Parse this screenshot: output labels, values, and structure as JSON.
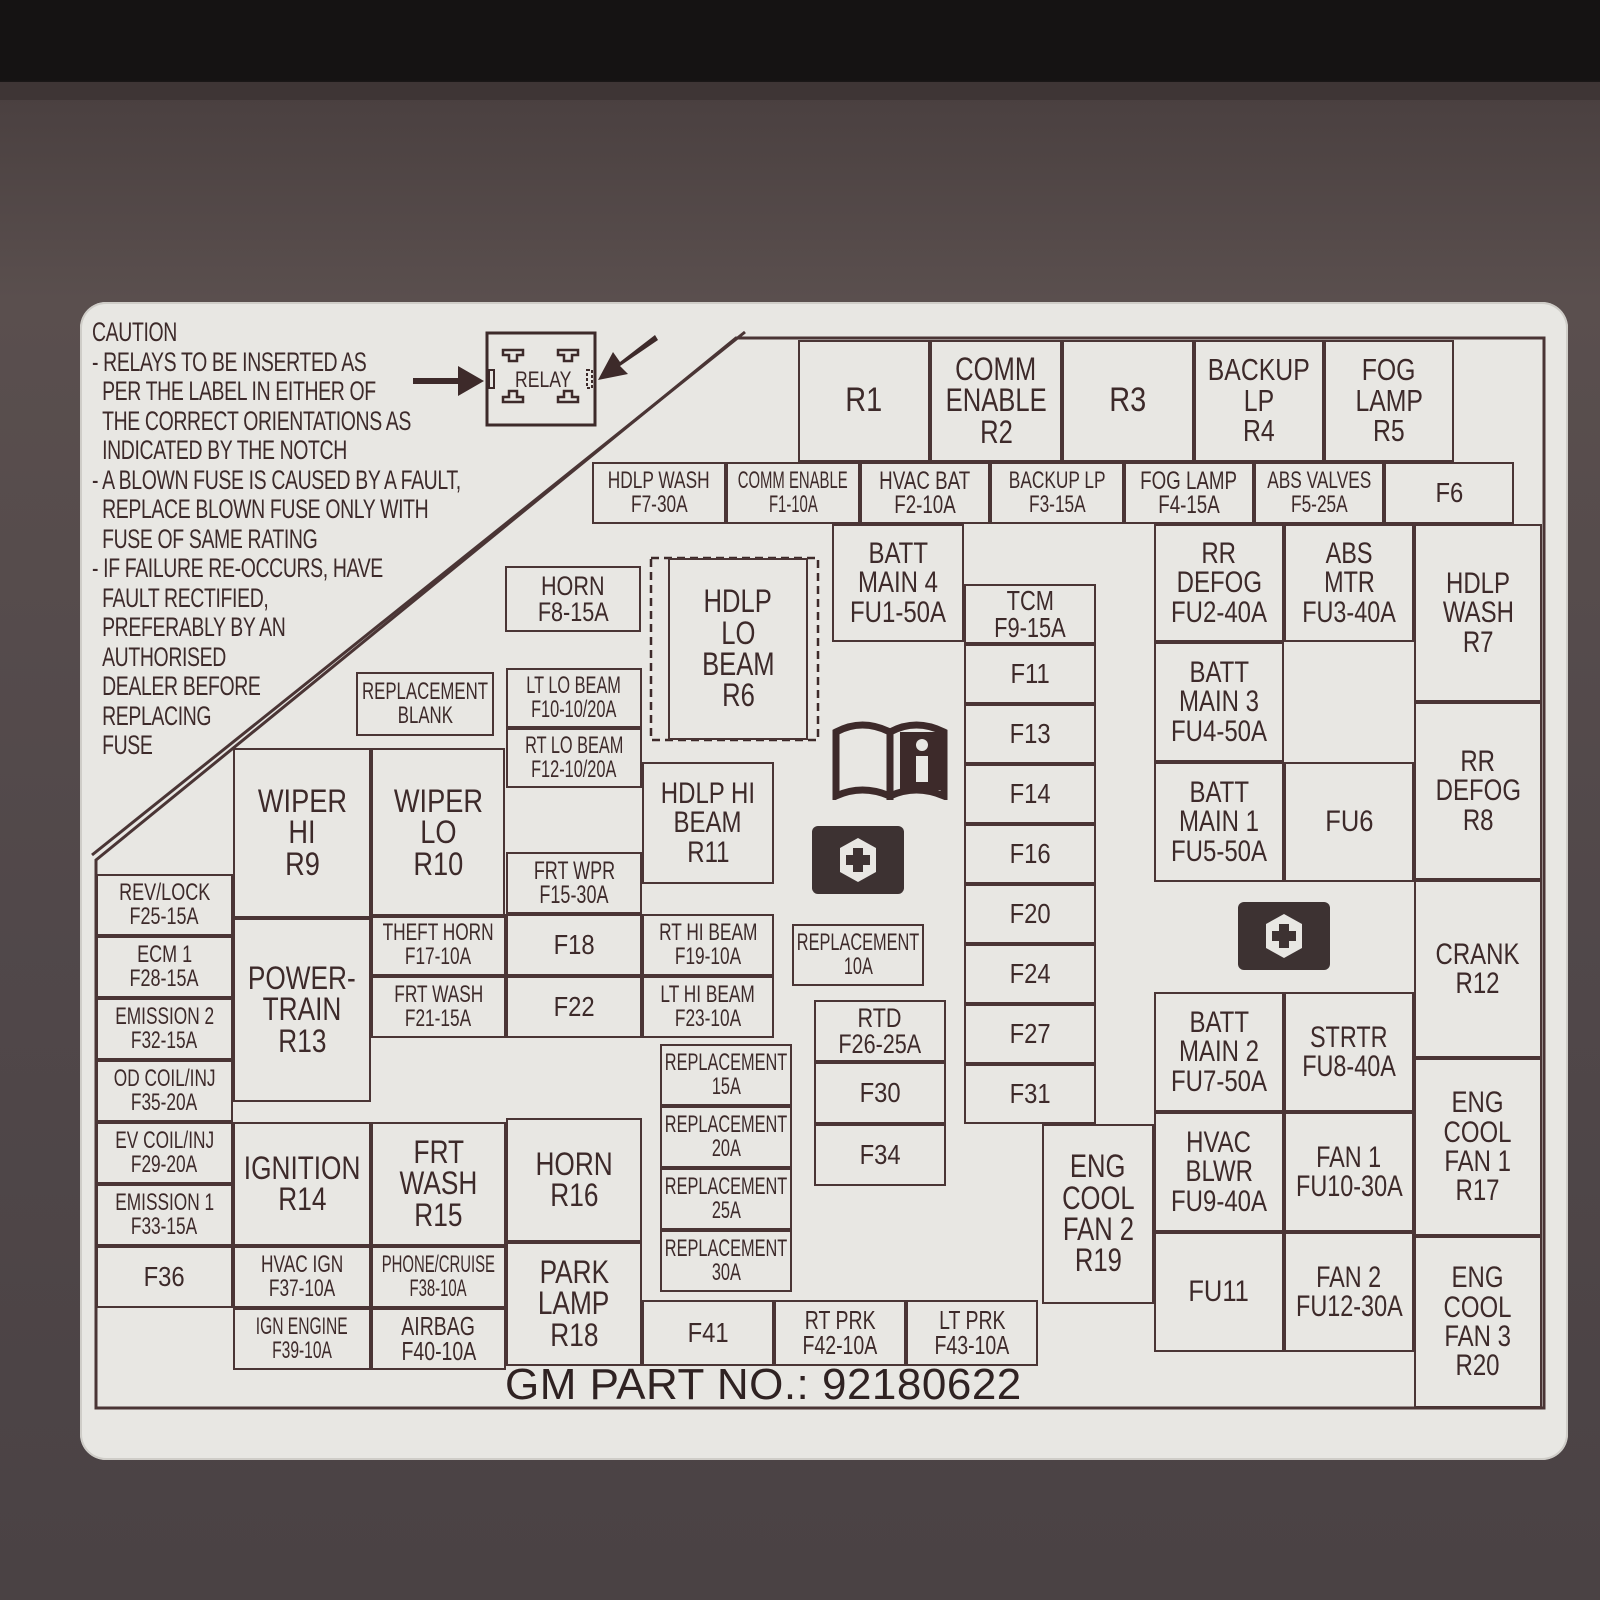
{
  "caution": {
    "lines": [
      "CAUTION",
      "- RELAYS TO BE INSERTED AS",
      "PER THE LABEL IN EITHER OF",
      "THE CORRECT ORIENTATIONS AS",
      "INDICATED BY THE NOTCH",
      "- A BLOWN FUSE IS CAUSED BY A FAULT,",
      "REPLACE BLOWN FUSE ONLY WITH",
      "FUSE OF SAME RATING",
      "- IF FAILURE RE-OCCURS, HAVE",
      "FAULT RECTIFIED,",
      "PREFERABLY BY AN",
      "AUTHORISED",
      "DEALER BEFORE",
      "REPLACING",
      "FUSE"
    ]
  },
  "relay_diagram": {
    "label": "RELAY"
  },
  "cells": {
    "r1": [
      "R1"
    ],
    "r2": [
      "COMM",
      "ENABLE",
      "R2"
    ],
    "r3": [
      "R3"
    ],
    "r4": [
      "BACKUP",
      "LP",
      "R4"
    ],
    "r5": [
      "FOG",
      "LAMP",
      "R5"
    ],
    "f7": [
      "HDLP WASH",
      "F7-30A"
    ],
    "f1": [
      "COMM ENABLE",
      "F1-10A"
    ],
    "f2": [
      "HVAC BAT",
      "F2-10A"
    ],
    "f3": [
      "BACKUP LP",
      "F3-15A"
    ],
    "f4": [
      "FOG LAMP",
      "F4-15A"
    ],
    "f5": [
      "ABS VALVES",
      "F5-25A"
    ],
    "f6": [
      "F6"
    ],
    "fu1": [
      "BATT",
      "MAIN 4",
      "FU1-50A"
    ],
    "fu2": [
      "RR",
      "DEFOG",
      "FU2-40A"
    ],
    "fu3": [
      "ABS",
      "MTR",
      "FU3-40A"
    ],
    "r7": [
      "HDLP",
      "WASH",
      "R7"
    ],
    "f8": [
      "HORN",
      "F8-15A"
    ],
    "r6": [
      "HDLP",
      "LO",
      "BEAM",
      "R6"
    ],
    "f9": [
      "TCM",
      "F9-15A"
    ],
    "f11": [
      "F11"
    ],
    "f13": [
      "F13"
    ],
    "f14": [
      "F14"
    ],
    "f16": [
      "F16"
    ],
    "f20": [
      "F20"
    ],
    "f24": [
      "F24"
    ],
    "f27": [
      "F27"
    ],
    "f31": [
      "F31"
    ],
    "fu4": [
      "BATT",
      "MAIN 3",
      "FU4-50A"
    ],
    "fu5": [
      "BATT",
      "MAIN 1",
      "FU5-50A"
    ],
    "fu6": [
      "FU6"
    ],
    "r8": [
      "RR",
      "DEFOG",
      "R8"
    ],
    "blank": [
      "REPLACEMENT",
      "BLANK"
    ],
    "f10": [
      "LT LO BEAM",
      "F10-10/20A"
    ],
    "f12": [
      "RT LO BEAM",
      "F12-10/20A"
    ],
    "r11": [
      "HDLP HI",
      "BEAM",
      "R11"
    ],
    "r9": [
      "WIPER",
      "HI",
      "R9"
    ],
    "r10": [
      "WIPER",
      "LO",
      "R10"
    ],
    "f15": [
      "FRT WPR",
      "F15-30A"
    ],
    "f25": [
      "REV/LOCK",
      "F25-15A"
    ],
    "f28": [
      "ECM 1",
      "F28-15A"
    ],
    "f32": [
      "EMISSION 2",
      "F32-15A"
    ],
    "f35": [
      "OD COIL/INJ",
      "F35-20A"
    ],
    "f29": [
      "EV COIL/INJ",
      "F29-20A"
    ],
    "f33": [
      "EMISSION 1",
      "F33-15A"
    ],
    "f36": [
      "F36"
    ],
    "r13": [
      "POWER-",
      "TRAIN",
      "R13"
    ],
    "f17": [
      "THEFT HORN",
      "F17-10A"
    ],
    "f18": [
      "F18"
    ],
    "f19": [
      "RT HI BEAM",
      "F19-10A"
    ],
    "f21": [
      "FRT WASH",
      "F21-15A"
    ],
    "f22": [
      "F22"
    ],
    "f23": [
      "LT HI BEAM",
      "F23-10A"
    ],
    "rep10": [
      "REPLACEMENT",
      "10A"
    ],
    "r12": [
      "CRANK",
      "R12"
    ],
    "f26": [
      "RTD",
      "F26-25A"
    ],
    "f30": [
      "F30"
    ],
    "f34": [
      "F34"
    ],
    "rep15": [
      "REPLACEMENT",
      "15A"
    ],
    "rep20": [
      "REPLACEMENT",
      "20A"
    ],
    "rep25": [
      "REPLACEMENT",
      "25A"
    ],
    "rep30": [
      "REPLACEMENT",
      "30A"
    ],
    "fu7": [
      "BATT",
      "MAIN 2",
      "FU7-50A"
    ],
    "fu8": [
      "STRTR",
      "FU8-40A"
    ],
    "r17": [
      "ENG",
      "COOL",
      "FAN 1",
      "R17"
    ],
    "r14": [
      "IGNITION",
      "R14"
    ],
    "r15": [
      "FRT",
      "WASH",
      "R15"
    ],
    "r16": [
      "HORN",
      "R16"
    ],
    "r19": [
      "ENG",
      "COOL",
      "FAN 2",
      "R19"
    ],
    "fu9": [
      "HVAC",
      "BLWR",
      "FU9-40A"
    ],
    "fu10": [
      "FAN 1",
      "FU10-30A"
    ],
    "f37": [
      "HVAC IGN",
      "F37-10A"
    ],
    "f38": [
      "PHONE/CRUISE",
      "F38-10A"
    ],
    "r18": [
      "PARK",
      "LAMP",
      "R18"
    ],
    "f39": [
      "IGN ENGINE",
      "F39-10A"
    ],
    "f40": [
      "AIRBAG",
      "F40-10A"
    ],
    "f41": [
      "F41"
    ],
    "f42": [
      "RT PRK",
      "F42-10A"
    ],
    "f43": [
      "LT PRK",
      "F43-10A"
    ],
    "fu11": [
      "FU11"
    ],
    "fu12": [
      "FAN 2",
      "FU12-30A"
    ],
    "r20": [
      "ENG",
      "COOL",
      "FAN 3",
      "R20"
    ]
  },
  "part_number": "GM PART NO.: 92180622",
  "icons": [
    "manual-info-icon",
    "fuse-puller-icon",
    "fuse-puller-icon"
  ],
  "colors": {
    "label_bg": "#e8e7e3",
    "ink": "#3d2a2a",
    "cover": "#51484a"
  }
}
